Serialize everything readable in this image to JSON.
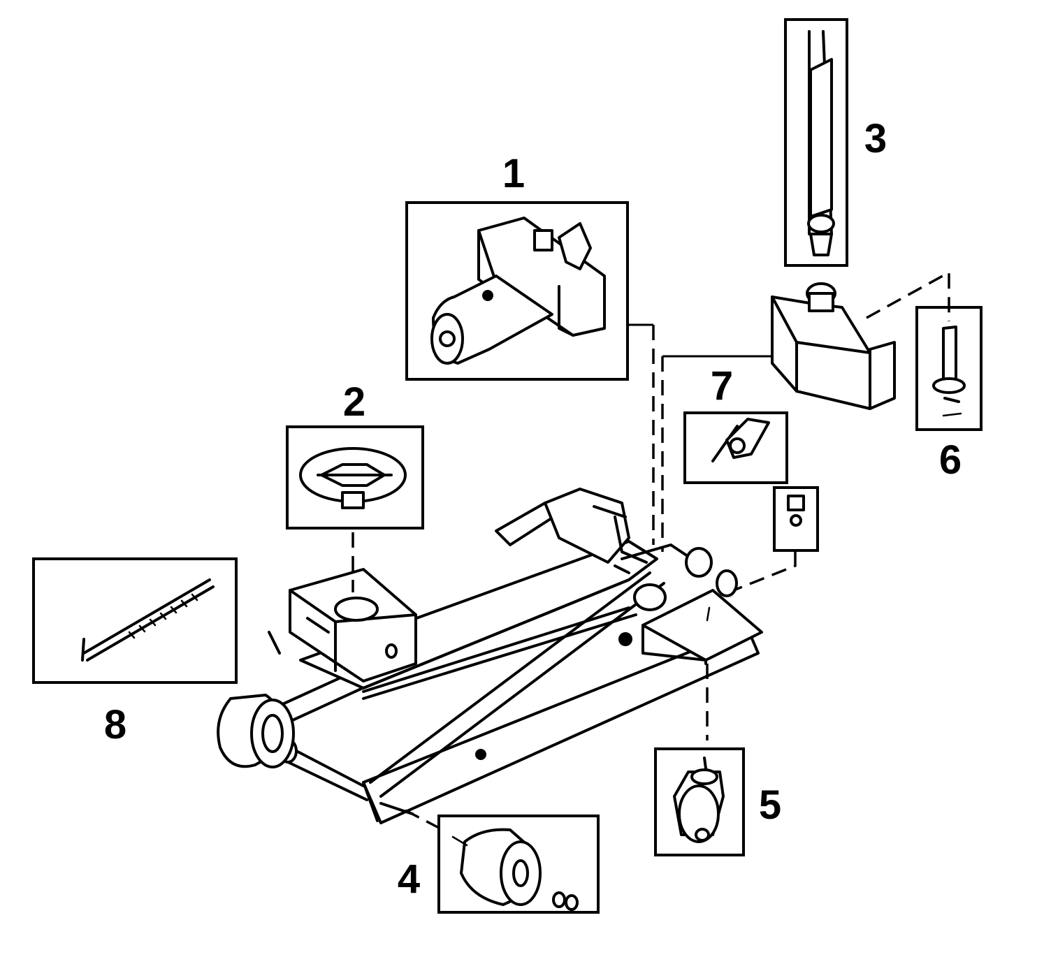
{
  "diagram": {
    "labels": {
      "p1": "1",
      "p2": "2",
      "p3": "3",
      "p4": "4",
      "p5": "5",
      "p6": "6",
      "p7": "7",
      "p8": "8"
    }
  }
}
